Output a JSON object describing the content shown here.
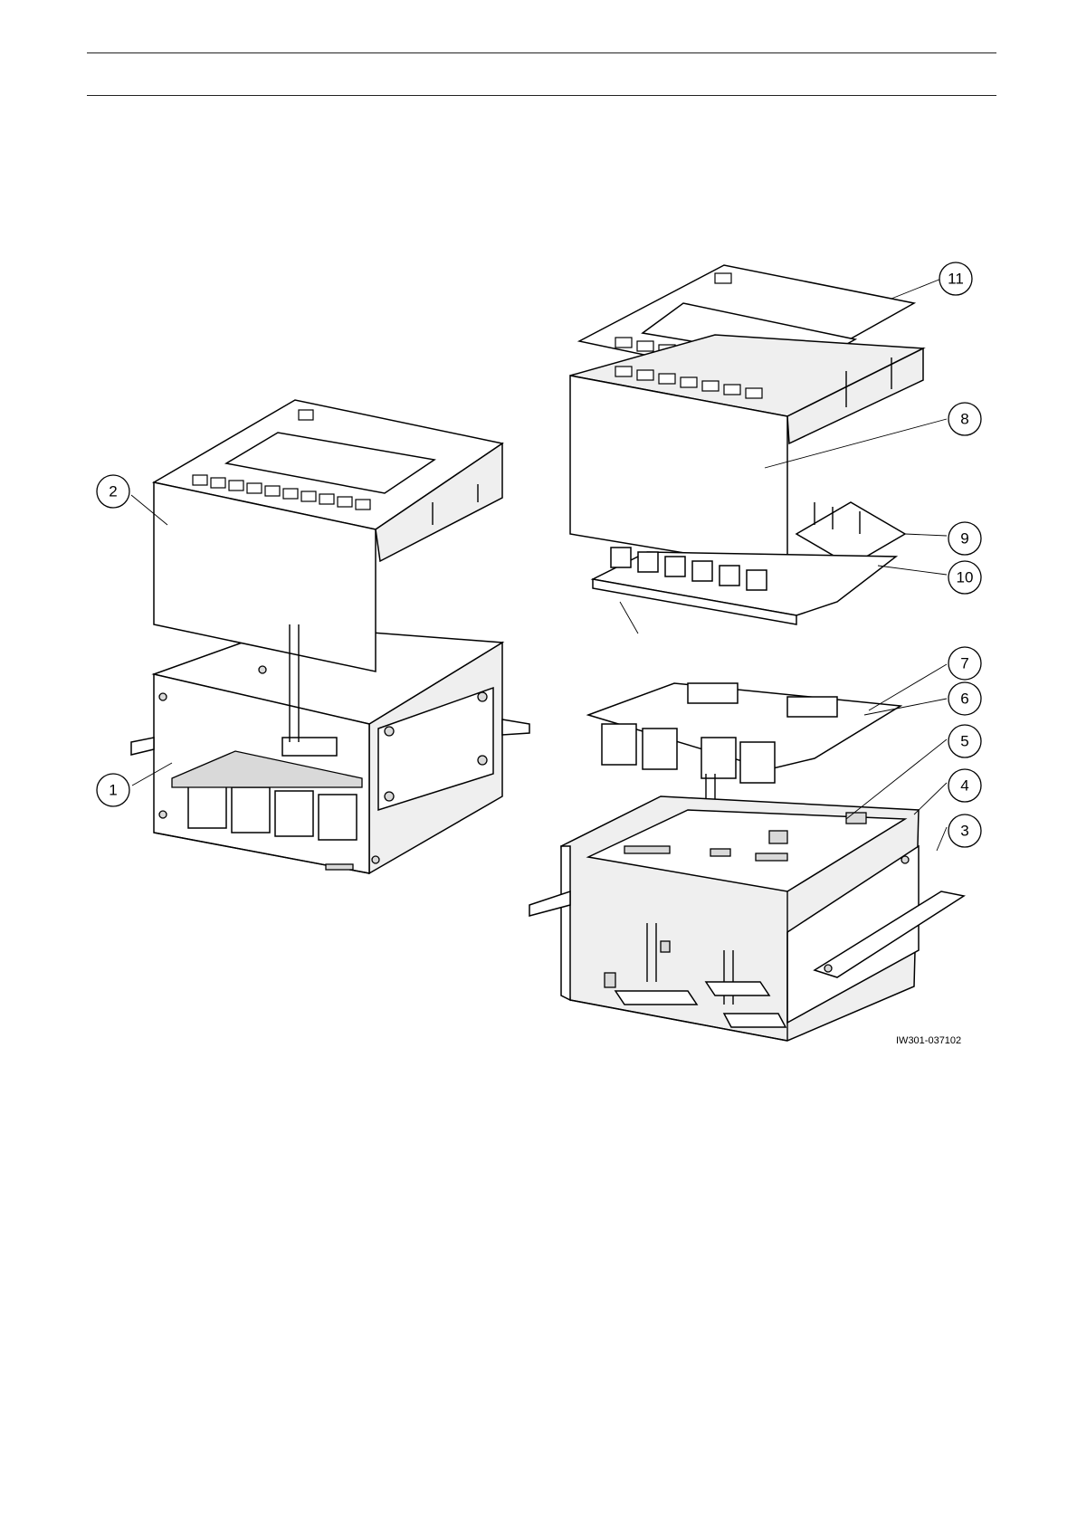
{
  "figure": {
    "reference_code": "IW301-037102",
    "callouts": [
      {
        "id": "1",
        "label": "1"
      },
      {
        "id": "2",
        "label": "2"
      },
      {
        "id": "3",
        "label": "3"
      },
      {
        "id": "4",
        "label": "4"
      },
      {
        "id": "5",
        "label": "5"
      },
      {
        "id": "6",
        "label": "6"
      },
      {
        "id": "7",
        "label": "7"
      },
      {
        "id": "8",
        "label": "8"
      },
      {
        "id": "9",
        "label": "9"
      },
      {
        "id": "10",
        "label": "10"
      },
      {
        "id": "11",
        "label": "11"
      }
    ]
  }
}
